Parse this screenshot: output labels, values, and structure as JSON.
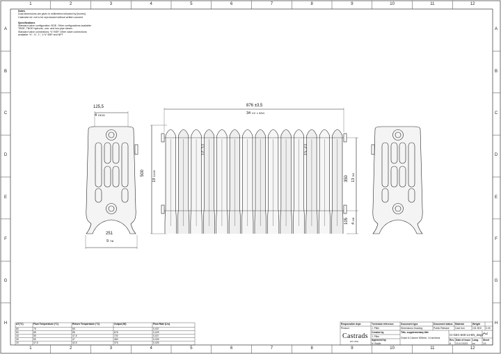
{
  "grid": {
    "columns": [
      "1",
      "2",
      "3",
      "4",
      "5",
      "6",
      "7",
      "8",
      "9",
      "10",
      "11",
      "12"
    ],
    "rows": [
      "A",
      "B",
      "C",
      "D",
      "E",
      "F",
      "G",
      "H"
    ]
  },
  "notes": {
    "title": "Notes",
    "lines": [
      "Dual dimensions are given in millimetres followed by [inches].",
      "Castrads Ltd. not to be reproduced without written consent"
    ],
    "spec_title": "Specifications",
    "spec_lines": [
      "Standard valve configuration: BOE. Other configurations available:",
      "TBOE, TBOE hydronic, one- and two-pipe steam.",
      "Standard valve connections: ½\" BSP. Other valve connections",
      "available: ½\", ¾\", 1\", 1-½\" BSP and NPT"
    ]
  },
  "dimensions": {
    "side_top": "125,5",
    "side_top_in_whole": "4",
    "side_top_in_frac": "15/16",
    "side_bottom": "251",
    "side_bottom_in_whole": "9",
    "side_bottom_in_frac": "7/8",
    "front_width": "876",
    "front_tol": "±3,5",
    "front_width_in_whole": "34",
    "front_width_in_frac": "1/2",
    "front_tol_in": "± 9/64",
    "height": "500",
    "height_in_whole": "19",
    "height_in_frac": "11/16",
    "centres": "350",
    "centres_in_whole": "13",
    "centres_in_frac": "3/4",
    "foot": "105",
    "foot_in_whole": "4",
    "foot_in_frac": "1/8"
  },
  "flow_table": {
    "headers": [
      "ΔT(°C)",
      "Flow Temperature (°C)",
      "Return Temperature (°C)",
      "Output (W)",
      "Flow Rate (L/s)"
    ],
    "rows": [
      [
        "60",
        "75",
        "65",
        "",
        "0,037"
      ],
      [
        "50",
        "65",
        "55",
        "676",
        "0,029"
      ],
      [
        "40",
        "55",
        "47,5",
        "720",
        "0,027"
      ],
      [
        "30",
        "50",
        "47",
        "450",
        "0,026"
      ],
      [
        "20",
        "47,5",
        "42,5",
        "376",
        "0,025"
      ]
    ]
  },
  "title_block": {
    "responsible_dept_label": "Responsible dept.",
    "responsible_dept": "Product",
    "tech_ref_label": "Technical reference",
    "tech_ref": "J. Piller",
    "created_by_label": "Created by",
    "created_by": "J. Piller",
    "approved_by_label": "Approved by",
    "approved_by": "N. Boylis",
    "doc_type_label": "Document type",
    "doc_type": "Dimensions Drawing",
    "doc_status_label": "Document status",
    "doc_status": "Public Release",
    "material_label": "Material",
    "material": "Cast Iron",
    "weight_label": "Weight",
    "weight": "131.9KG",
    "scale": "0.25",
    "title_label": "Title, supplementary title",
    "title": "Grace 6-Column 500mm, 14 sections.",
    "doc_number": "CI-GEC-500-14-EN_dwg1",
    "rev_label": "Rev.",
    "rev": "A",
    "date_label": "Date of issue",
    "date": "13.12.2023",
    "lang_label": "Lang.",
    "lang": "en",
    "sheet_label": "Sheet",
    "sheet": "1/1",
    "size": "A2",
    "brand": "Castrads",
    "brand_sub": "EST. 2004"
  }
}
